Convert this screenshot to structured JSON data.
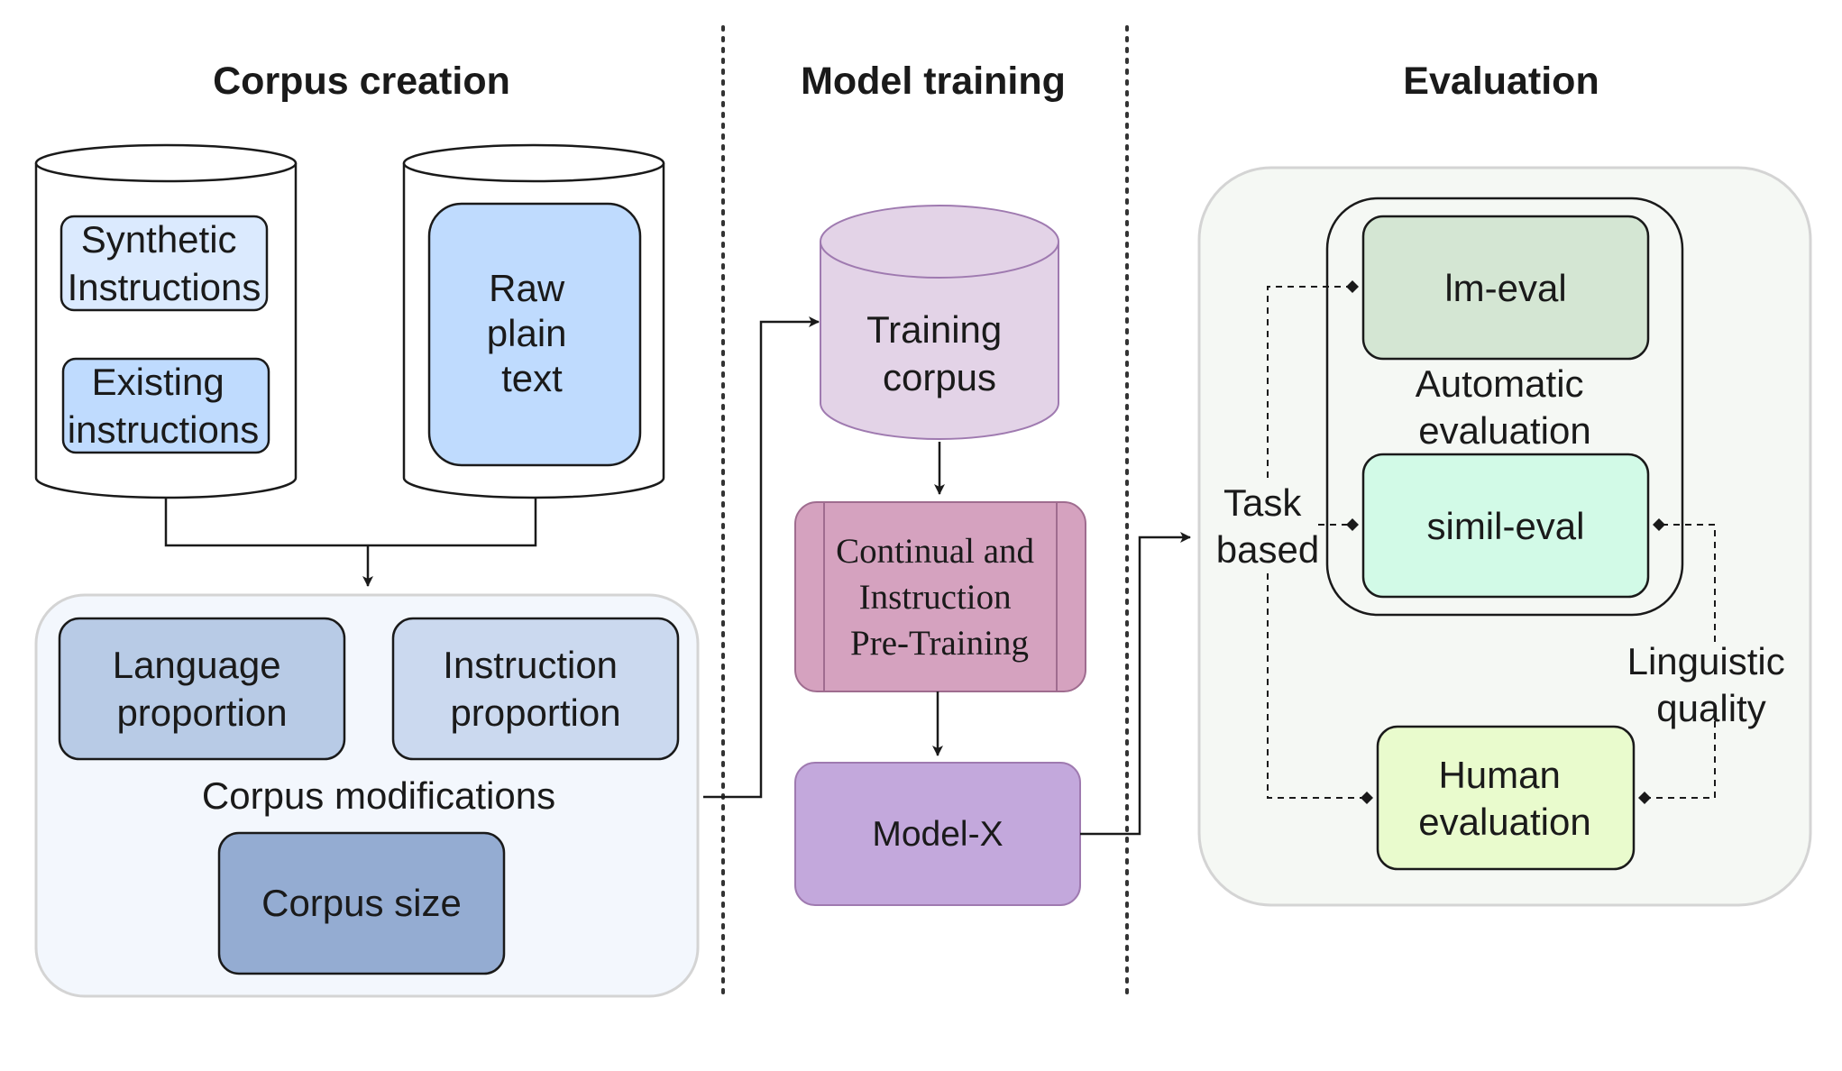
{
  "headers": {
    "corpus_creation": "Corpus creation",
    "model_training": "Model training",
    "evaluation": "Evaluation"
  },
  "corpus": {
    "synthetic_instructions": [
      "Synthetic",
      "Instructions"
    ],
    "existing_instructions": [
      "Existing",
      "instructions"
    ],
    "raw_plain_text": [
      "Raw",
      "plain",
      "text"
    ],
    "modifications_label": "Corpus modifications",
    "language_proportion": [
      "Language",
      "proportion"
    ],
    "instruction_proportion": [
      "Instruction",
      "proportion"
    ],
    "corpus_size": "Corpus size"
  },
  "training": {
    "training_corpus": [
      "Training",
      "corpus"
    ],
    "pretraining": [
      "Continual and",
      "Instruction",
      "Pre-Training"
    ],
    "model": "Model-X"
  },
  "evaluation": {
    "lm_eval": "lm-eval",
    "automatic_evaluation": [
      "Automatic",
      "evaluation"
    ],
    "simil_eval": "simil-eval",
    "human_evaluation": [
      "Human",
      "evaluation"
    ],
    "task_based": [
      "Task",
      "based"
    ],
    "linguistic_quality": [
      "Linguistic",
      "quality"
    ]
  },
  "colors": {
    "raw_text_fill": "#bfdbfe",
    "instruction_fill": "#dbeafe",
    "corpus_mod_bg": "#f3f7fd",
    "language_proportion_fill": "#b8cbe6",
    "instruction_proportion_fill": "#cbd9ef",
    "corpus_size_fill": "#94acd2",
    "training_corpus_fill": "#e3d3e7",
    "pretraining_fill": "#d5a2bf",
    "model_fill": "#c3a8dc",
    "evaluation_bg": "#f5f8f4",
    "lm_eval_fill": "#d4e6d3",
    "simil_eval_fill": "#d2fae7",
    "human_eval_fill": "#e9fbcd"
  }
}
